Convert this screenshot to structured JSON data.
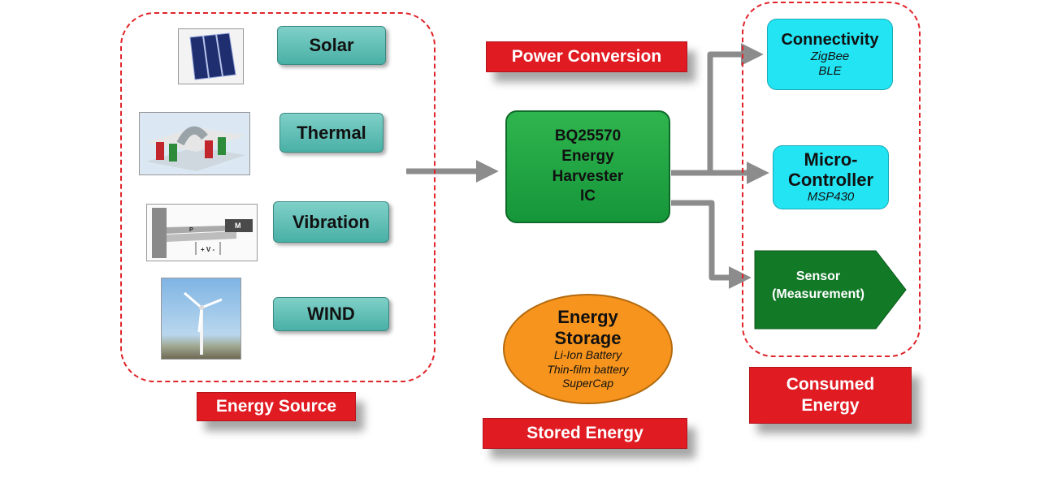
{
  "energy_source": {
    "label": "Energy Source",
    "items": [
      {
        "label": "Solar",
        "image": "solar-panel-image"
      },
      {
        "label": "Thermal",
        "image": "thermoelectric-image"
      },
      {
        "label": "Vibration",
        "image": "piezo-vibration-image"
      },
      {
        "label": "WIND",
        "image": "wind-turbine-image"
      }
    ],
    "piezo_marks": [
      "M",
      "P",
      "+ V -"
    ]
  },
  "power_conversion": {
    "label": "Power Conversion",
    "harvester_lines": [
      "BQ25570",
      "Energy",
      "Harvester",
      "IC"
    ]
  },
  "stored_energy": {
    "label": "Stored Energy",
    "storage_title_lines": [
      "Energy",
      "Storage"
    ],
    "storage_items": [
      "Li-Ion Battery",
      "Thin-film battery",
      "SuperCap"
    ]
  },
  "consumed_energy": {
    "label_lines": [
      "Consumed",
      "Energy"
    ],
    "connectivity": {
      "title": "Connectivity",
      "items": [
        "ZigBee",
        "BLE"
      ]
    },
    "microcontroller": {
      "title_lines": [
        "Micro-",
        "Controller"
      ],
      "sub": "MSP430"
    },
    "sensor": {
      "lines": [
        "Sensor",
        "(Measurement)"
      ]
    }
  },
  "colors": {
    "dash_border": "#e0242a",
    "label_red": "#e01b22",
    "source_teal": "#5bbfb5",
    "harvester_green": "#1fa444",
    "consumer_cyan": "#22e4f3",
    "sensor_green": "#127a27",
    "storage_orange": "#f7941d",
    "arrow_gray": "#8c8c8c"
  }
}
